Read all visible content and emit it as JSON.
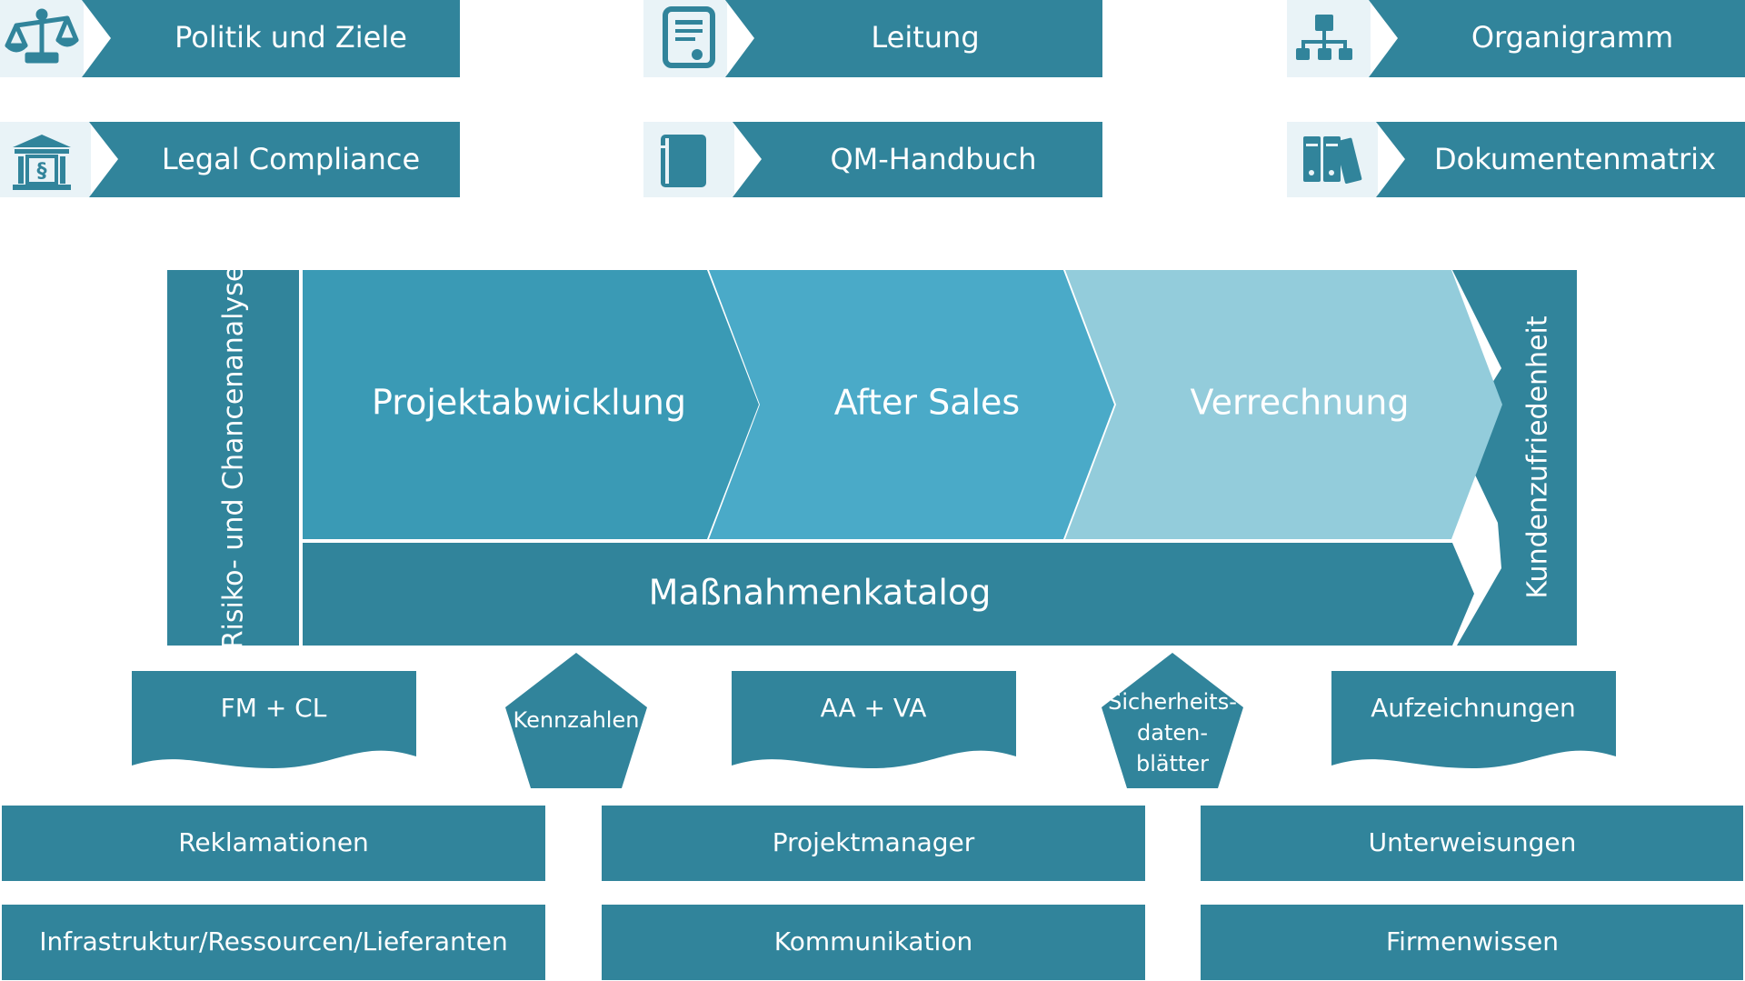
{
  "colors": {
    "primary": "#31849b",
    "process1": "#3a9ab5",
    "process2": "#4aaac8",
    "process3": "#93ccdb",
    "iconBg": "#e9f3f7",
    "text": "#ffffff"
  },
  "top_links": [
    {
      "label": "Politik und Ziele",
      "icon": "scales-icon"
    },
    {
      "label": "Leitung",
      "icon": "certificate-icon"
    },
    {
      "label": "Organigramm",
      "icon": "org-chart-icon"
    },
    {
      "label": "Legal Compliance",
      "icon": "courthouse-paragraph-icon"
    },
    {
      "label": "QM-Handbuch",
      "icon": "book-icon"
    },
    {
      "label": "Dokumentenmatrix",
      "icon": "binders-icon"
    }
  ],
  "process": {
    "left_bar": "Risiko- und Chancenanalyse",
    "right_bar": "Kundenzufriedenheit",
    "steps": [
      "Projektabwicklung",
      "After Sales",
      "Verrechnung"
    ],
    "bottom_bar": "Maßnahmenkatalog"
  },
  "documents": [
    {
      "label": "FM + CL",
      "shape": "document"
    },
    {
      "label": "Kennzahlen",
      "shape": "pentagon"
    },
    {
      "label": "AA + VA",
      "shape": "document"
    },
    {
      "label": "Sicherheits-\ndaten-\nblätter",
      "shape": "pentagon"
    },
    {
      "label": "Aufzeichnungen",
      "shape": "document"
    }
  ],
  "bottom_boxes": [
    "Reklamationen",
    "Projektmanager",
    "Unterweisungen",
    "Infrastruktur/Ressourcen/Lieferanten",
    "Kommunikation",
    "Firmenwissen"
  ]
}
